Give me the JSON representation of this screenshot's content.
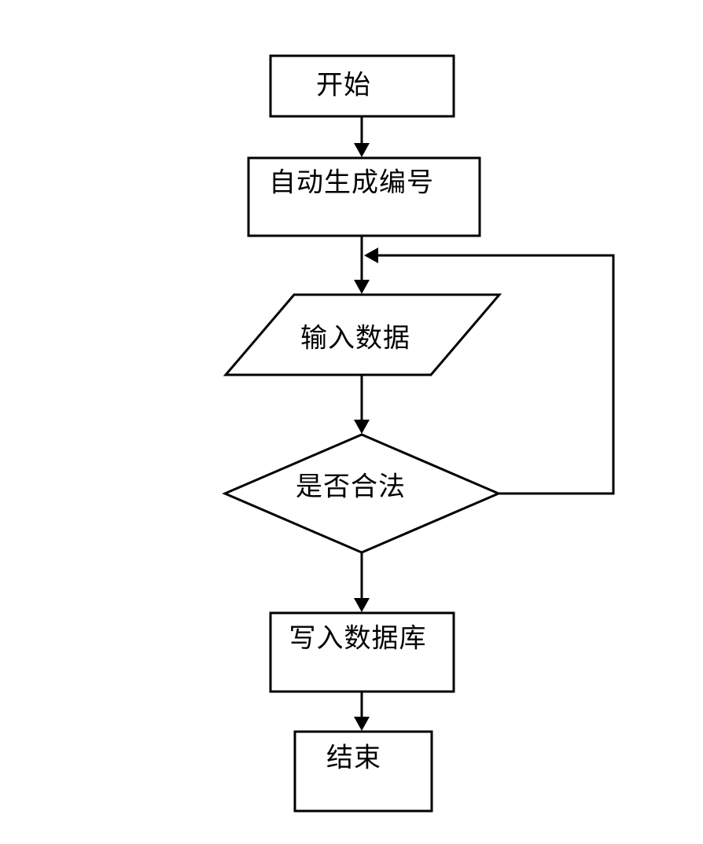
{
  "page": {
    "background_color": "#ffffff"
  },
  "diagram": {
    "type": "flowchart",
    "direction": "top-down",
    "colors": {
      "shape_stroke": "#000000",
      "shape_fill": "#ffffff",
      "arrow": "#000000",
      "text": "#000000"
    },
    "nodes": [
      {
        "id": "start",
        "shape": "rectangle",
        "label": "开始"
      },
      {
        "id": "auto-generate-number",
        "shape": "rectangle",
        "label": "自动生成编号"
      },
      {
        "id": "input-data",
        "shape": "parallelogram",
        "label": "输入数据"
      },
      {
        "id": "is-valid",
        "shape": "diamond",
        "label": "是否合法"
      },
      {
        "id": "write-database",
        "shape": "rectangle",
        "label": "写入数据库"
      },
      {
        "id": "end",
        "shape": "rectangle",
        "label": "结束"
      }
    ],
    "edges": [
      {
        "from": "start",
        "to": "auto-generate-number",
        "style": "arrow-down"
      },
      {
        "from": "auto-generate-number",
        "to": "input-data",
        "style": "arrow-down"
      },
      {
        "from": "input-data",
        "to": "is-valid",
        "style": "arrow-down"
      },
      {
        "from": "is-valid",
        "to": "write-database",
        "style": "arrow-down"
      },
      {
        "from": "is-valid",
        "to": "input-data",
        "style": "loop-back-right-side"
      },
      {
        "from": "write-database",
        "to": "end",
        "style": "arrow-down"
      }
    ]
  }
}
